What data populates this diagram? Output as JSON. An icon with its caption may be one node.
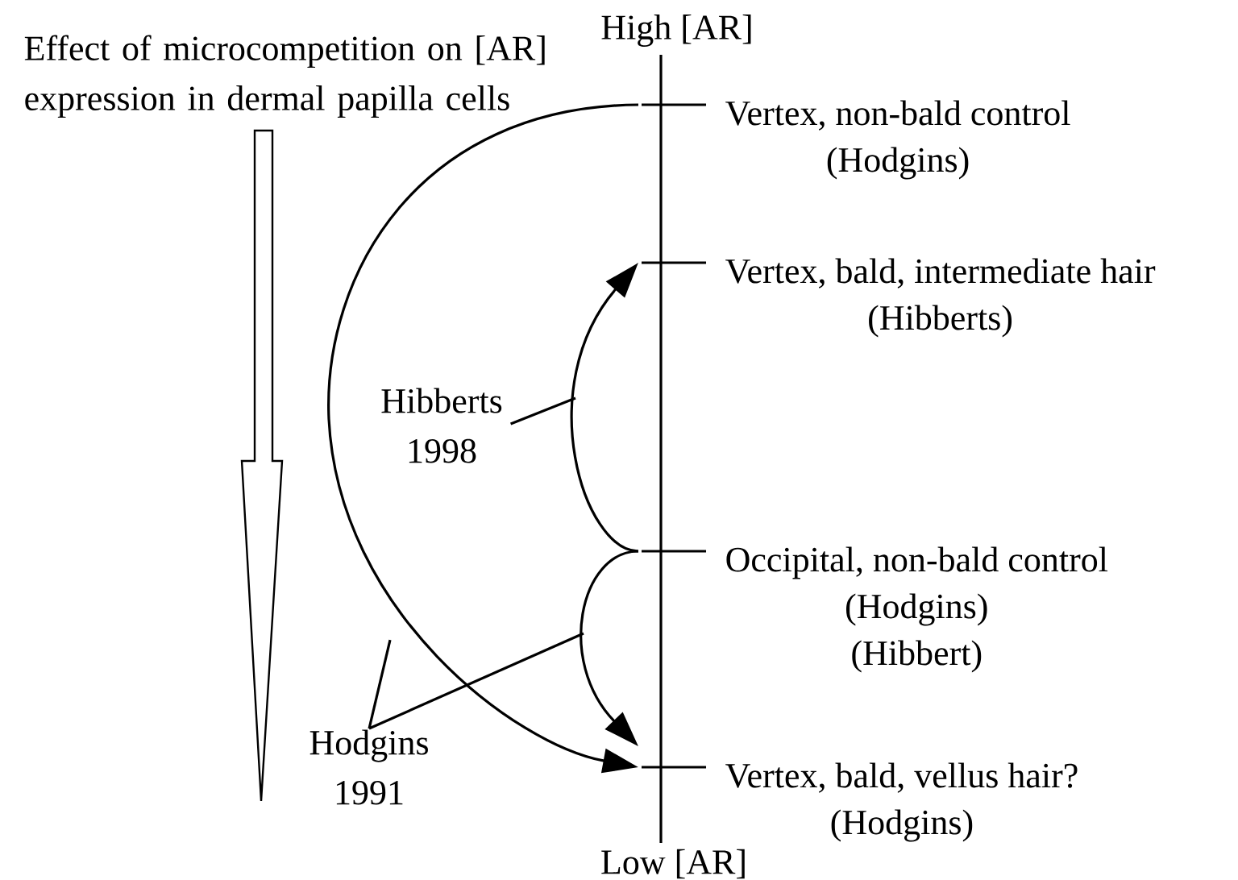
{
  "diagram": {
    "nodes": [
      {
        "text": [
          "Vertex, non-bald control",
          "(Hodgins)"
        ]
      },
      {
        "text": [
          "Vertex, bald, intermediate hair",
          "(Hibberts)"
        ]
      },
      {
        "text": [
          "Occipital, non-bald control",
          "(Hodgins)",
          "(Hibbert)"
        ]
      },
      {
        "text": [
          "Vertex, bald, vellus hair?",
          "(Hodgins)"
        ]
      },
      {
        "text": [
          "Hibberts 1998"
        ]
      },
      {
        "text": [
          "Hodgins 1991"
        ]
      }
    ],
    "edges": [
      {
        "from": 0,
        "to": 3,
        "arrow": "to"
      },
      {
        "from": 2,
        "to": 1,
        "arrow": "to"
      },
      {
        "from": 2,
        "to": 3,
        "arrow": "to"
      },
      {
        "from": 4,
        "to": null,
        "arrow": "none"
      },
      {
        "from": 5,
        "to": null,
        "arrow": "none"
      },
      {
        "from": 5,
        "to": null,
        "arrow": "none"
      }
    ],
    "labels": [
      "High [AR]",
      "Low [AR]",
      "Effect of microcompetition on [AR] expression in dermal papilla cells"
    ]
  }
}
